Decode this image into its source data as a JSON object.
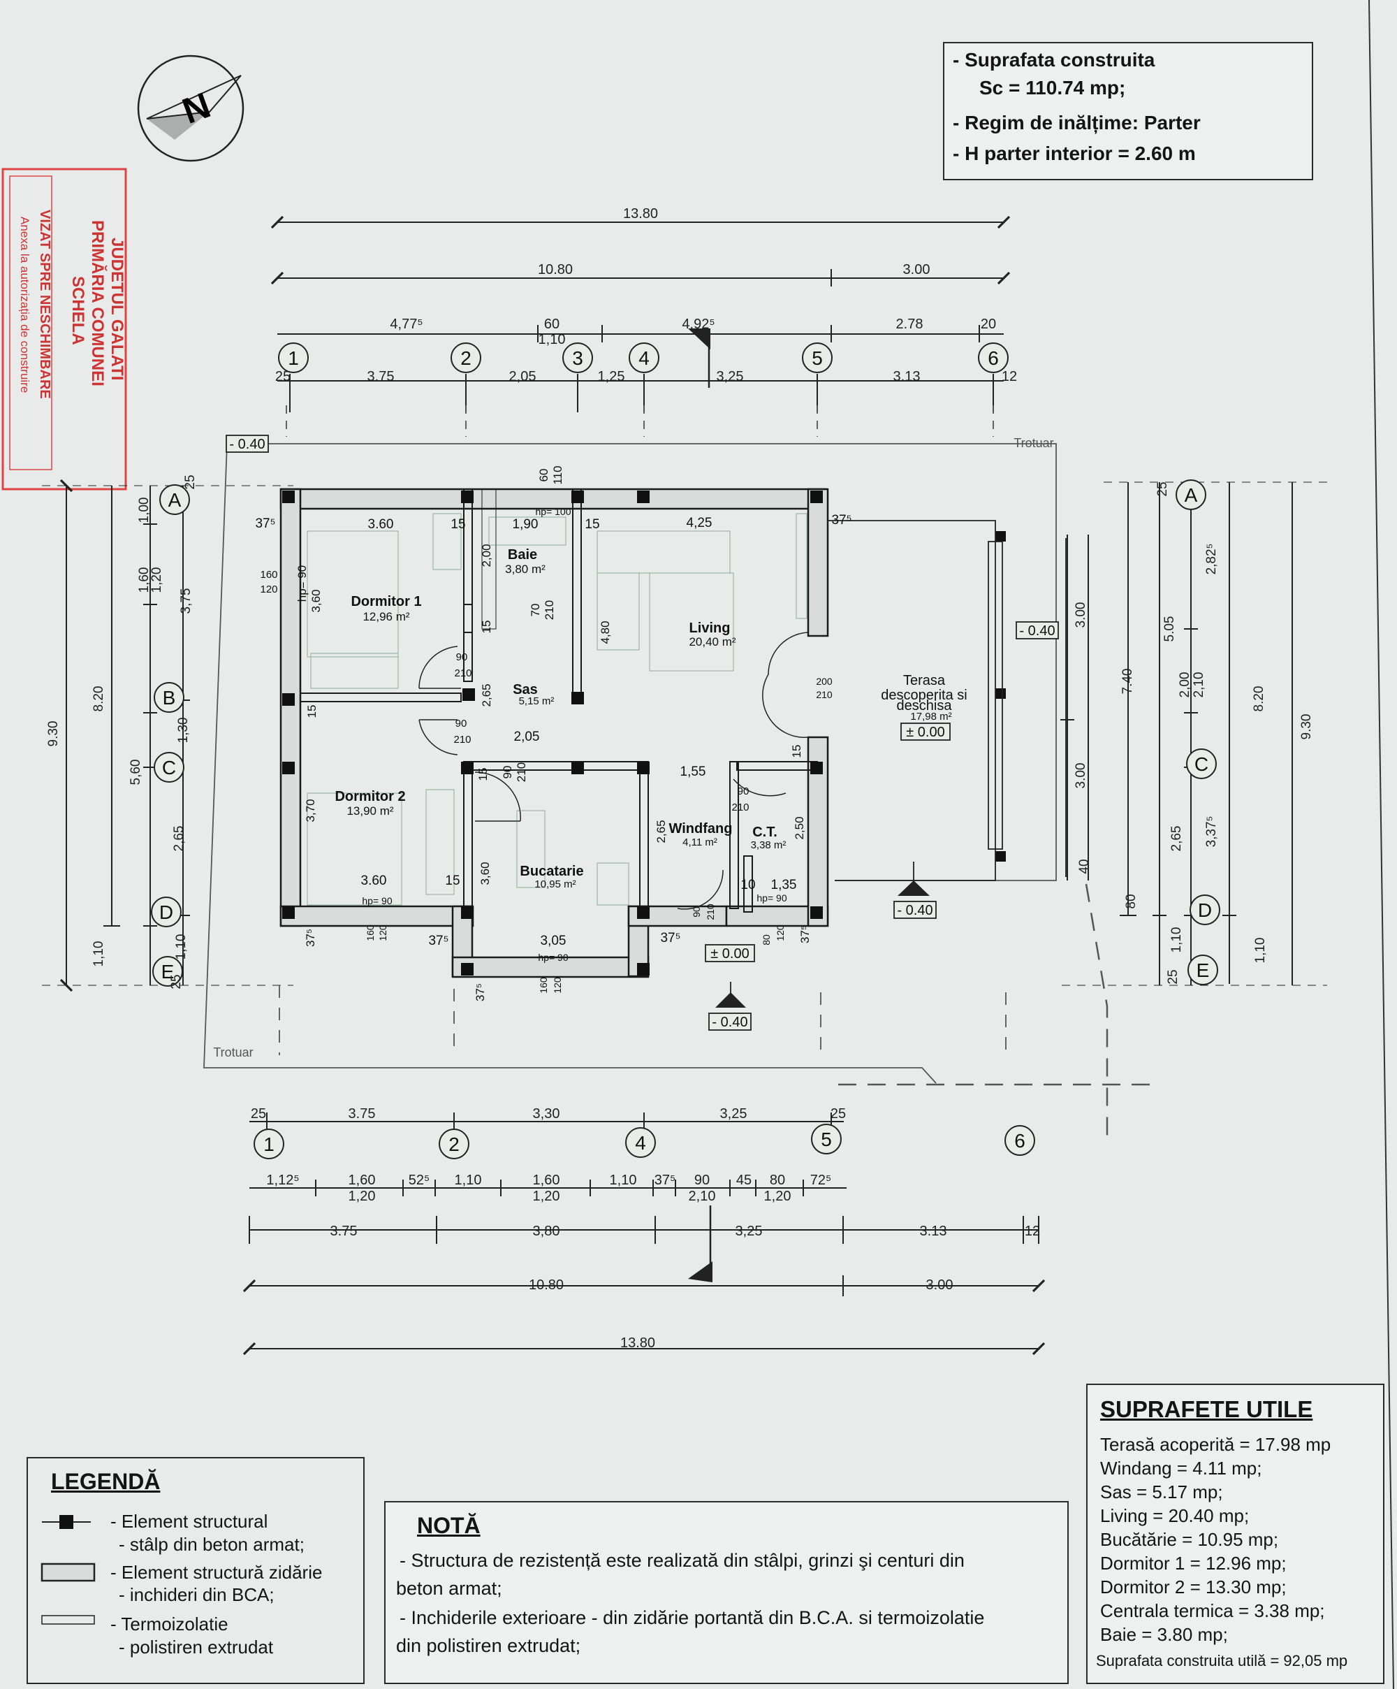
{
  "stamp": {
    "l1": "JUDETUL GALATI",
    "l2": "PRIMĂRIA COMUNEI",
    "l3": "SCHELA",
    "l4": "VIZAT SPRE NESCHIMBARE",
    "l5": "Anexa la autorizația de construire"
  },
  "north_label": "N",
  "info": {
    "l1": "- Suprafata construita",
    "l2": "Sc = 110.74 mp;",
    "l3": "- Regim de inălțime: Parter",
    "l4": "- H parter interior = 2.60 m"
  },
  "dims_top": {
    "total": "13.80",
    "a": "10.80",
    "b": "3.00",
    "c1": "4,77⁵",
    "c2": "60",
    "c3": "1,10",
    "c4": "4,92⁵",
    "c5": "2.78",
    "c6": "20",
    "d0": "25",
    "d1": "3.75",
    "d2": "2,05",
    "d3": "1,25",
    "d4": "3,25",
    "d5": "3.13",
    "d6": "12"
  },
  "dims_bottom": {
    "e0": "25",
    "e1": "3.75",
    "e2": "3,30",
    "e3": "3,25",
    "e4": "25",
    "f1": "1,12⁵",
    "f2": "1,60",
    "f2b": "1,20",
    "f3": "52⁵",
    "f4": "1,10",
    "f5": "1,60",
    "f5b": "1,20",
    "f6": "1,10",
    "f7": "37⁵",
    "f8": "90",
    "f8b": "2,10",
    "f9": "45",
    "f10": "80",
    "f10b": "1,20",
    "f11": "72⁵",
    "g1": "3.75",
    "g2": "3,80",
    "g3": "3,25",
    "g4": "3.13",
    "g5": "12",
    "h1": "10.80",
    "h2": "3.00",
    "total": "13.80"
  },
  "dims_left": {
    "total": "9.30",
    "a": "8.20",
    "b": "1,10",
    "c": "5,60",
    "d1": "1,00",
    "d2": "1,60",
    "d3": "1,20",
    "d4": "3,75",
    "d5": "1,30",
    "d6": "2,65",
    "d7": "1,10",
    "d8": "25",
    "d9": "25"
  },
  "dims_right": {
    "e1": "3.00",
    "e2": "3.00",
    "e3": "40",
    "e4": "80",
    "f1": "7.40",
    "g1": "2,82⁵",
    "g2": "5.05",
    "g3": "2,00",
    "g4": "2,10",
    "g5": "3,37⁵",
    "g6": "2,65",
    "g7": "1,10",
    "g8": "25",
    "g9": "25",
    "h1": "8.20",
    "h2": "1,10",
    "i1": "9.30"
  },
  "axes": {
    "n1": "1",
    "n2": "2",
    "n3": "3",
    "n4": "4",
    "n5": "5",
    "n6": "6",
    "A": "A",
    "B": "B",
    "C": "C",
    "D": "D",
    "E": "E"
  },
  "levels": {
    "lv1": "- 0.40",
    "lv2": "- 0.40",
    "lv3": "- 0.40",
    "lv4": "- 0.40",
    "z1": "± 0.00",
    "z2": "± 0.00",
    "trotuar1": "Trotuar",
    "trotuar2": "Trotuar"
  },
  "rooms": {
    "dorm1": "Dormitor 1",
    "dorm1_area": "12,96 m²",
    "dorm2": "Dormitor 2",
    "dorm2_area": "13,90 m²",
    "baie": "Baie",
    "baie_area": "3,80 m²",
    "sas": "Sas",
    "sas_area": "5,15 m²",
    "living": "Living",
    "living_area": "20,40 m²",
    "terasa1": "Terasa",
    "terasa2": "descoperita si",
    "terasa3": "deschisa",
    "terasa_area": "17,98 m²",
    "bucatarie": "Bucatarie",
    "bucatarie_area": "10,95 m²",
    "windfang": "Windfang",
    "windfang_area": "4,11 m²",
    "ct": "C.T.",
    "ct_area": "3,38 m²"
  },
  "inner_dims": {
    "a1": "37⁵",
    "a2": "3.60",
    "a3": "15",
    "a4": "1,90",
    "a5": "15",
    "a6": "4,25",
    "a7": "37⁵",
    "hp100": "hp= 100",
    "w60": "60",
    "w110": "110",
    "b1": "2,00",
    "b2": "160",
    "b3": "120",
    "b4": "hp= 90",
    "b5": "3,60",
    "b6": "70",
    "b7": "210",
    "b8": "15",
    "b9": "4,80",
    "b10": "90",
    "b11": "210",
    "b12": "2,65",
    "b13": "200",
    "b14": "210",
    "b15": "90",
    "b16": "210",
    "b17": "2,05",
    "b18": "15",
    "b19": "15",
    "c1": "90",
    "c2": "210",
    "c3": "15",
    "c4": "1,55",
    "c5": "90",
    "c6": "210",
    "c7": "3,70",
    "c8": "2,65",
    "c9": "2,50",
    "c10": "3.60",
    "c11": "15",
    "c12": "hp= 90",
    "c13": "3,60",
    "c14": "10",
    "c15": "1,35",
    "c16": "hp= 90",
    "c17": "90",
    "c18": "210",
    "d1": "37⁵",
    "d2": "160",
    "d3": "120",
    "d4": "37⁵",
    "d5": "3,05",
    "d6": "hp= 90",
    "d7": "37⁵",
    "d8": "80",
    "d9": "120",
    "d10": "37⁵",
    "d11": "37⁵",
    "d12": "160",
    "d13": "120"
  },
  "legend": {
    "title": "LEGENDĂ",
    "i1a": "- Element structural",
    "i1b": "- stâlp din beton armat;",
    "i2a": "- Element structură zidărie",
    "i2b": "- inchideri din BCA;",
    "i3a": "- Termoizolatie",
    "i3b": "- polistiren extrudat"
  },
  "nota": {
    "title": "NOTĂ",
    "l1": "- Structura de rezistență este realizată din stâlpi, grinzi şi centuri din",
    "l2": "beton armat;",
    "l3": "- Inchiderile exterioare - din zidărie portantă din B.C.A. si termoizolatie",
    "l4": "din polistiren extrudat;"
  },
  "suprafete": {
    "title": "SUPRAFETE UTILE",
    "l1": "Terasă acoperită = 17.98 mp",
    "l2": "Windang = 4.11 mp;",
    "l3": "Sas = 5.17 mp;",
    "l4": "Living = 20.40 mp;",
    "l5": "Bucătărie = 10.95 mp;",
    "l6": "Dormitor 1 = 12.96 mp;",
    "l7": "Dormitor 2 = 13.30 mp;",
    "l8": "Centrala termica = 3.38 mp;",
    "l9": "Baie = 3.80 mp;",
    "l10": "Suprafata construita utilă = 92,05 mp"
  }
}
